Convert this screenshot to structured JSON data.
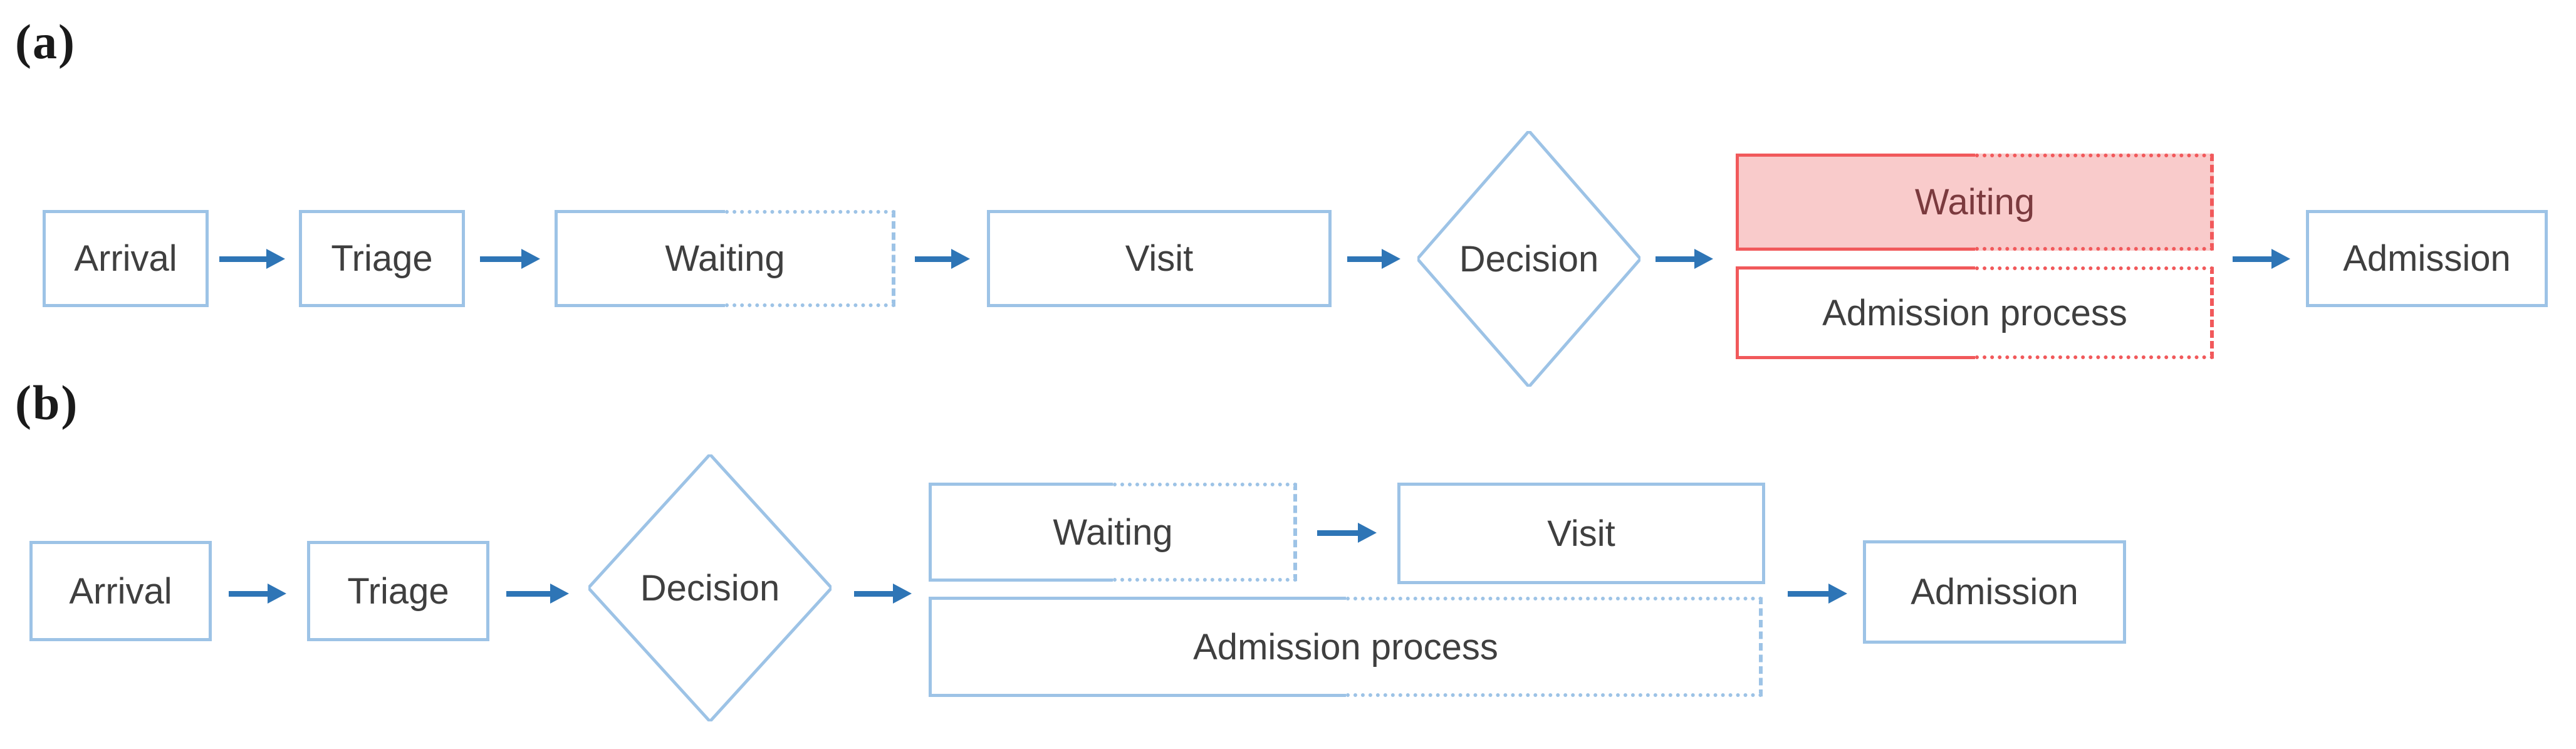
{
  "panel_a": {
    "label": "(a)",
    "nodes": {
      "arrival": "Arrival",
      "triage": "Triage",
      "waiting": "Waiting",
      "visit": "Visit",
      "decision": "Decision",
      "waiting_red": "Waiting",
      "admission_process": "Admission process",
      "admission": "Admission"
    }
  },
  "panel_b": {
    "label": "(b)",
    "nodes": {
      "arrival": "Arrival",
      "triage": "Triage",
      "decision": "Decision",
      "waiting": "Waiting",
      "visit": "Visit",
      "admission_process": "Admission process",
      "admission": "Admission"
    }
  },
  "colors": {
    "box_border_blue": "#9DC3E6",
    "arrow_blue": "#2E75B6",
    "box_border_red": "#F1595B",
    "box_fill_pink": "#F9CBCB",
    "text_dark": "#3F3F3F",
    "text_dark_red": "#7B3A3E"
  }
}
